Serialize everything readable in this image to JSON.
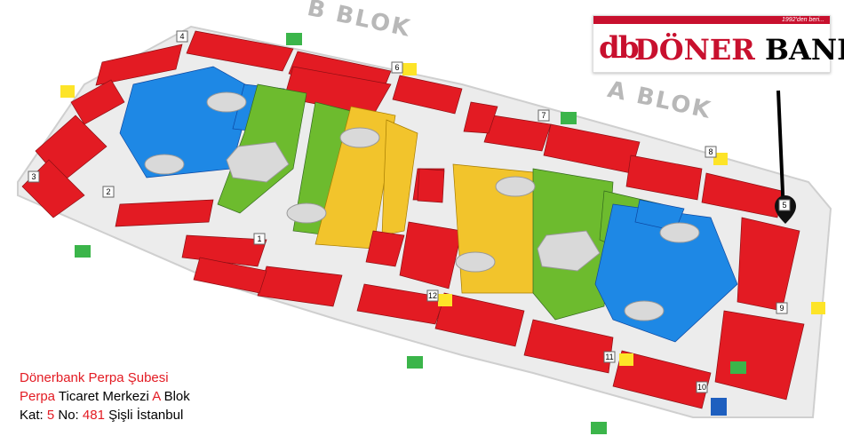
{
  "logo": {
    "mark": "db",
    "brand_red": "DÖNER",
    "brand_black": "BANK",
    "tagline": "1992'den beri..."
  },
  "blocks": {
    "b": "B BLOK",
    "a": "A BLOK"
  },
  "address": {
    "line1": "Dönerbank Perpa Şubesi",
    "line2_a": "Perpa",
    "line2_b": " Ticaret Merkezi ",
    "line2_c": "A",
    "line2_d": " Blok",
    "line3_a": "Kat: ",
    "line3_b": "5",
    "line3_c": " No: ",
    "line3_d": "481",
    "line3_e": " Şişli İstanbul"
  },
  "markers": [
    "1",
    "2",
    "3",
    "4",
    "5",
    "6",
    "7",
    "8",
    "9",
    "10",
    "11",
    "12"
  ],
  "colors": {
    "red": "#e31b23",
    "blue": "#1e88e5",
    "green": "#6dbb2e",
    "yellow": "#f2c42c",
    "gray": "#d9d9d9"
  }
}
